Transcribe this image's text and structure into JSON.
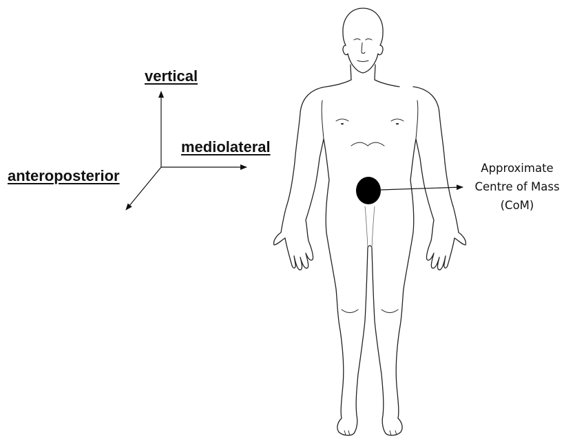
{
  "axes": {
    "vertical": "vertical",
    "mediolateral": "mediolateral",
    "anteroposterior": "anteroposterior"
  },
  "com": {
    "line1": "Approximate",
    "line2": "Centre of Mass",
    "line3": "(CoM)"
  },
  "colors": {
    "ink": "#111111",
    "background": "#ffffff"
  }
}
